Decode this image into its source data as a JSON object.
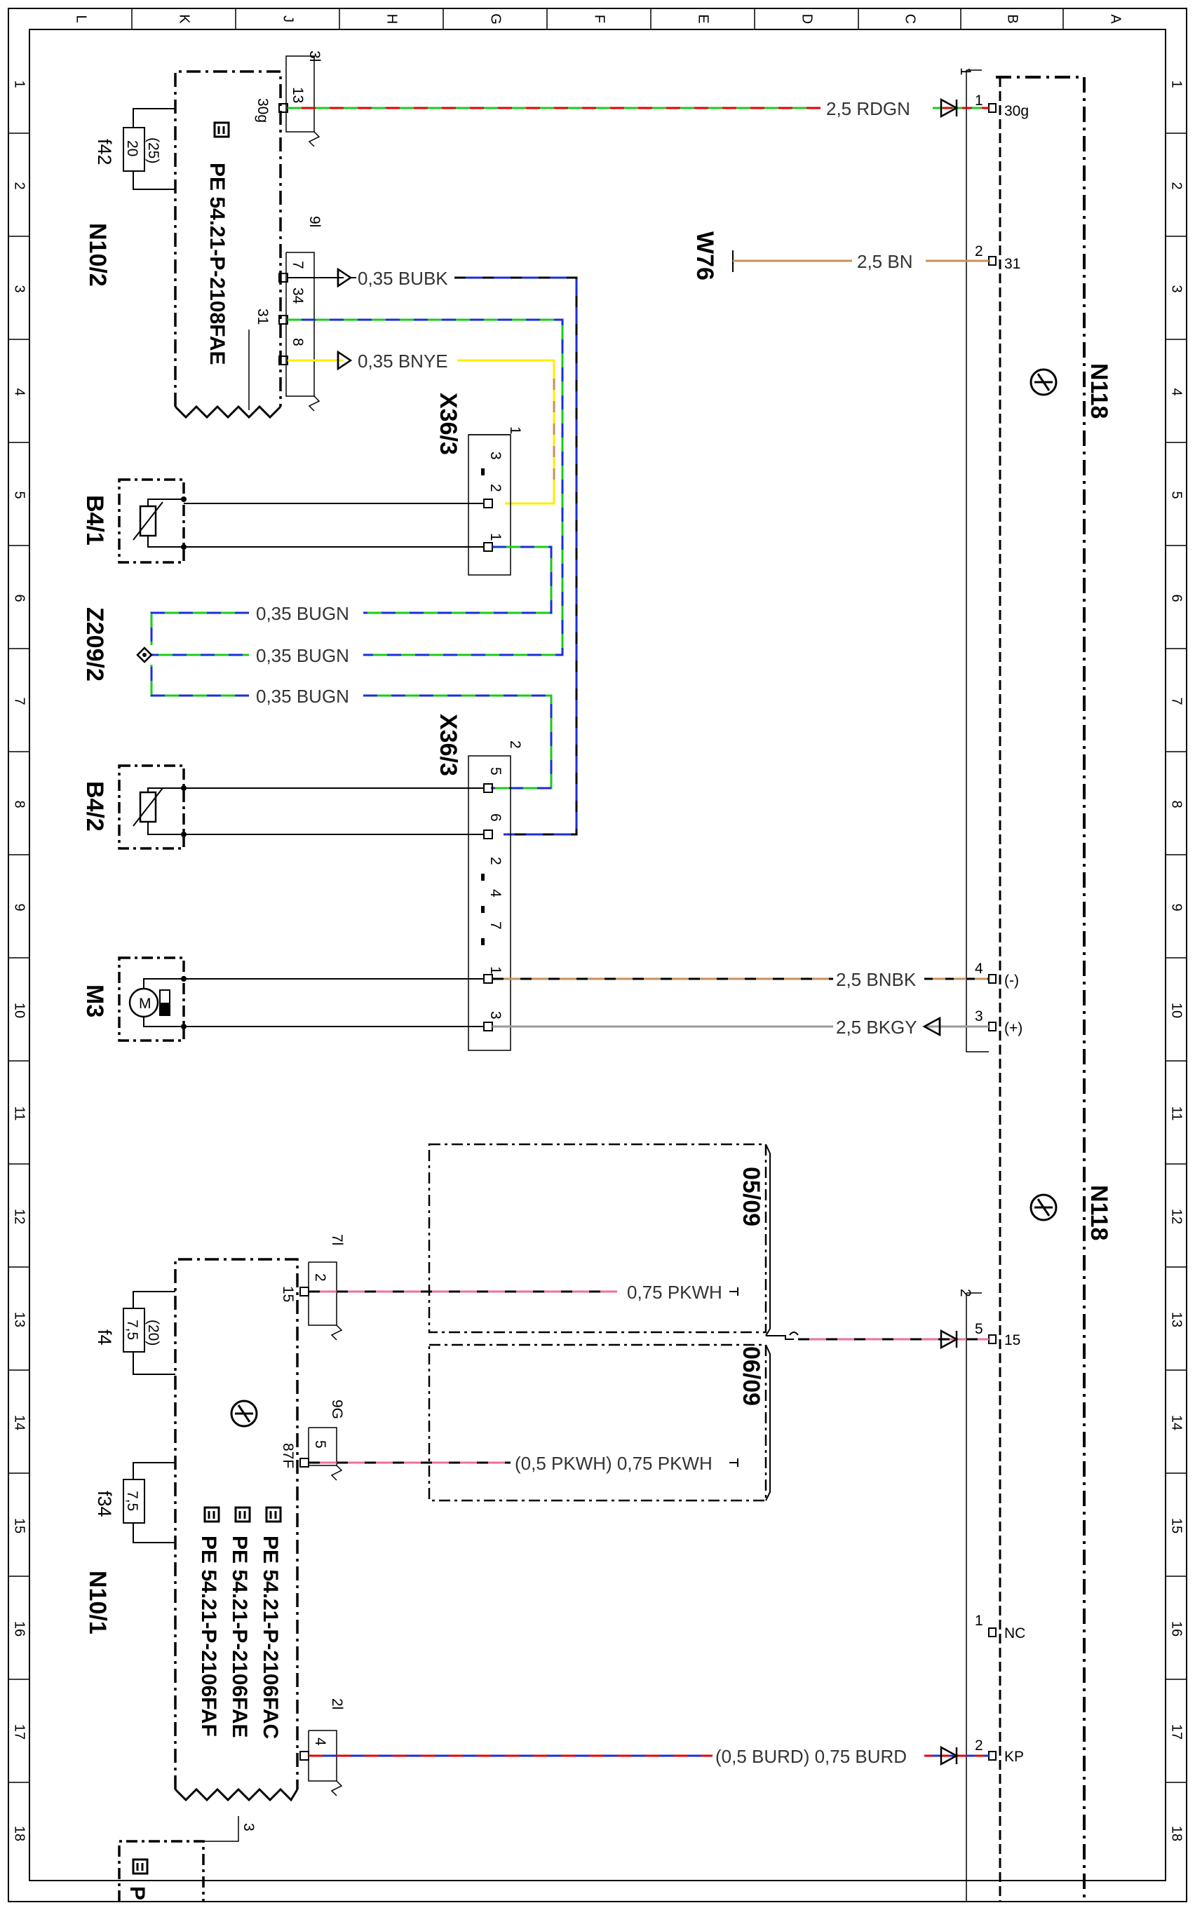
{
  "grid": {
    "columns": [
      "L",
      "K",
      "J",
      "H",
      "G",
      "F",
      "E",
      "D",
      "C",
      "B",
      "A"
    ],
    "rows": [
      "1",
      "2",
      "3",
      "4",
      "5",
      "6",
      "7",
      "8",
      "9",
      "10",
      "11",
      "12",
      "13",
      "14",
      "15",
      "16",
      "17",
      "18"
    ]
  },
  "components": {
    "n10_2": "N10/2",
    "n10_1": "N10/1",
    "b4_1": "B4/1",
    "b4_2": "B4/2",
    "z209_2": "Z209/2",
    "m3": "M3",
    "w76": "W76",
    "n118": "N118",
    "x36_3": "X36/3"
  },
  "fuses": {
    "f42": {
      "name": "f42",
      "val": "20",
      "alt": "(25)"
    },
    "f4": {
      "name": "f4",
      "val": "7,5",
      "alt": "(20)"
    },
    "f34": {
      "name": "f34",
      "val": "7,5"
    }
  },
  "docrefs": {
    "pe_fae": "PE 54.21-P-2108FAE",
    "pe_fac": "PE 54.21-P-2106FAC",
    "pe_fae2": "PE 54.21-P-2106FAE",
    "pe_faf": "PE 54.21-P-2106FAF",
    "pe_bottom": "P"
  },
  "connectors": {
    "c3l": "3l",
    "c9l": "9l",
    "c7l": "7l",
    "c9g": "9G",
    "c2l": "2l",
    "c3": "3",
    "x1": "1",
    "x2": "2",
    "n1": "1",
    "n2": "2",
    "dates_a": "05/09",
    "dates_b": "06/09"
  },
  "pins": {
    "p13": "13",
    "p30g": "30g",
    "p7": "7",
    "p34": "34",
    "p31": "31",
    "p8": "8",
    "x3": "3",
    "x2": "2",
    "x1": "1",
    "x5": "5",
    "x6": "6",
    "x2b": "2",
    "x4": "4",
    "x7": "7",
    "x1b": "1",
    "x3b": "3",
    "n1_30g": "1",
    "t30g": "30g",
    "n2_31": "2",
    "t31": "31",
    "n4": "4",
    "tminus": "(-)",
    "n3": "3",
    "tplus": "(+)",
    "n5": "5",
    "t15": "15",
    "nnc": "1",
    "tnc": "NC",
    "nkp": "2",
    "tkp": "KP",
    "p2_15": "2",
    "t15b": "15",
    "p5_87f": "5",
    "t87f": "87F",
    "p4": "4"
  },
  "wires": {
    "w_rdgn": "2,5  RDGN",
    "w_bn": "2,5  BN",
    "w_bubk": "0,35  BUBK",
    "w_bnye": "0,35  BNYE",
    "w_bugn1": "0,35  BUGN",
    "w_bugn2": "0,35  BUGN",
    "w_bugn3": "0,35  BUGN",
    "w_bnbk": "2,5  BNBK",
    "w_bkgy": "2,5  BKGY",
    "w_pkwh1": "0,75  PKWH",
    "w_pkwh2": "(0,5  PKWH)  0,75  PKWH",
    "w_burd": "(0,5  BURD)  0,75  BURD"
  },
  "colors": {
    "red": "#e60000",
    "green": "#19cc19",
    "blue": "#1a2fd6",
    "brown": "#c8905a",
    "yellow": "#ffee00",
    "pink": "#f06fa0",
    "gray": "#9a9a9a",
    "black": "#000000"
  }
}
